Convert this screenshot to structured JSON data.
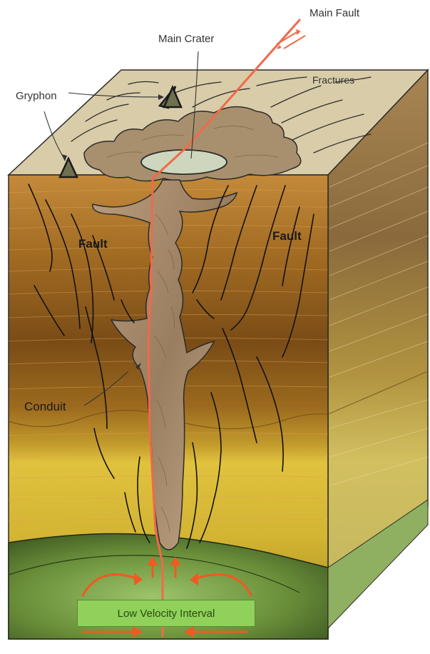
{
  "labels": {
    "main_fault": "Main Fault",
    "main_crater": "Main Crater",
    "gryphon": "Gryphon",
    "fractures": "Fractures",
    "fault_left": "Fault",
    "fault_right": "Fault",
    "conduit": "Conduit",
    "low_velocity_interval": "Low Velocity Interval"
  },
  "colors": {
    "top_surface": "#dccfae",
    "upper_layer": "#b77a2a",
    "upper_layer_dark": "#7a4a14",
    "middle_layer": "#d8b93a",
    "lower_layer": "#4f6e2c",
    "lower_layer_light": "#9cc46a",
    "conduit": "#a88c6e",
    "main_fault_line": "#f05a3c",
    "arrows": "#f05a22",
    "lvi_box": "#8fd15a"
  }
}
